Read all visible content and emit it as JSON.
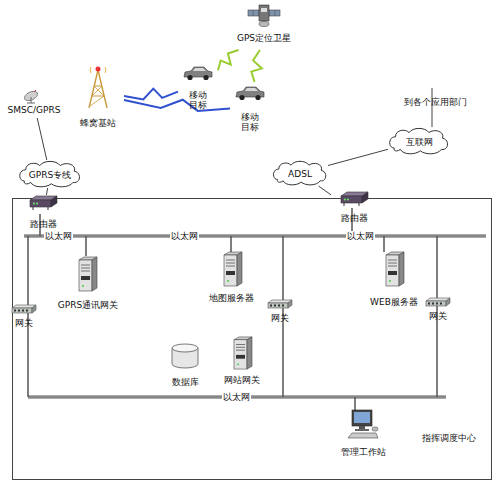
{
  "diagram": {
    "nodes": [
      {
        "text": [
          "GPS定位卫星"
        ]
      },
      {
        "text": [
          "移动目标"
        ]
      },
      {
        "text": [
          "移动目标"
        ]
      },
      {
        "text": [
          "蜂窝基站"
        ]
      },
      {
        "text": [
          "SMSC/GPRS"
        ]
      },
      {
        "text": [
          "GPRS专线"
        ]
      },
      {
        "text": [
          "ADSL"
        ]
      },
      {
        "text": [
          "互联网"
        ]
      },
      {
        "text": [
          "指挥调度中心"
        ]
      },
      {
        "text": [
          "路由器"
        ],
        "in": 8
      },
      {
        "text": [
          "路由器"
        ],
        "in": 8
      },
      {
        "text": [
          "GPRS通讯网关"
        ],
        "in": 8
      },
      {
        "text": [
          "地图服务器"
        ],
        "in": 8
      },
      {
        "text": [
          "WEB服务器"
        ],
        "in": 8
      },
      {
        "text": [
          "网关"
        ],
        "in": 8
      },
      {
        "text": [
          "网关"
        ],
        "in": 8
      },
      {
        "text": [
          "网关"
        ],
        "in": 8
      },
      {
        "text": [
          "数据库"
        ],
        "in": 8
      },
      {
        "text": [
          "网站网关"
        ],
        "in": 8
      },
      {
        "text": [
          "管理工作站"
        ],
        "in": 8
      }
    ],
    "edges": [
      {
        "from": 0,
        "to": 1,
        "arrow": "none"
      },
      {
        "from": 0,
        "to": 2,
        "arrow": "none"
      },
      {
        "from": 3,
        "to": 1,
        "arrow": "none"
      },
      {
        "from": 3,
        "to": 2,
        "arrow": "none"
      },
      {
        "from": 4,
        "to": 5,
        "arrow": "none"
      },
      {
        "from": 5,
        "to": 9,
        "arrow": "none"
      },
      {
        "from": 6,
        "to": 10,
        "arrow": "none"
      },
      {
        "from": 6,
        "to": 7,
        "arrow": "none"
      }
    ],
    "labels": [
      "到各个应用部门",
      "以太网",
      "以太网",
      "以太网",
      "以太网"
    ]
  }
}
